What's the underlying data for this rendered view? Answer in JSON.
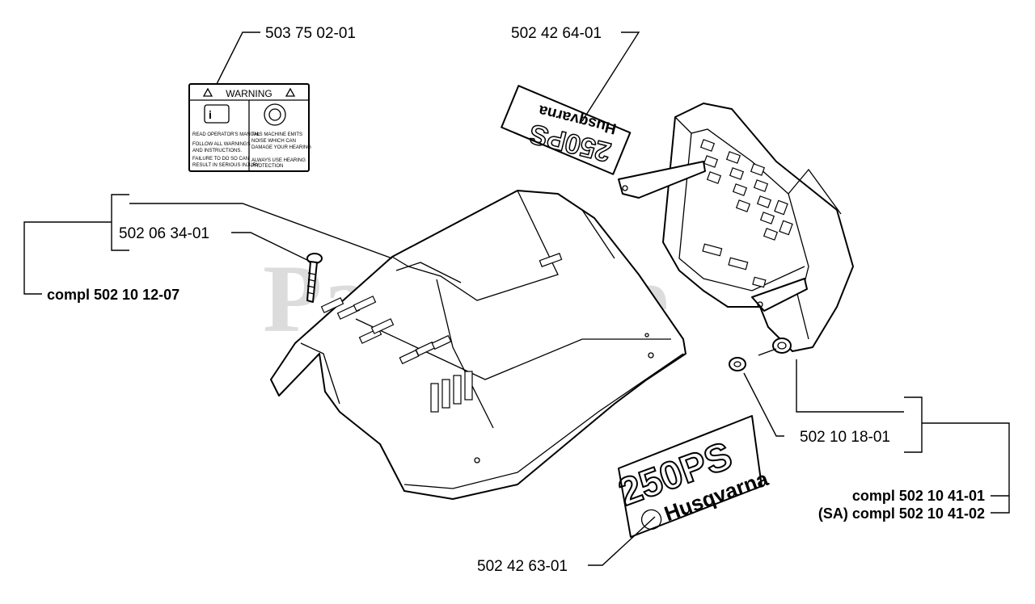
{
  "watermark": "PartsTree",
  "callouts": {
    "label_warning": "503 75 02-01",
    "decal_small": "502 42 64-01",
    "screw": "502 06 34-01",
    "cover_kit": "compl 502 10 12-07",
    "nut": "502 10 18-01",
    "muffler_kit": "compl 502 10 41-01",
    "muffler_kit_sa": "(SA) compl 502 10 41-02",
    "decal_large": "502 42 63-01"
  },
  "warning_label": {
    "header": "WARNING",
    "left_lines": [
      "READ OPERATOR'S MANUAL",
      "FOLLOW ALL WARNINGS",
      "AND INSTRUCTIONS.",
      "FAILURE TO DO SO CAN",
      "RESULT IN SERIOUS INJURY"
    ],
    "right_lines": [
      "THIS MACHINE EMITS",
      "NOISE WHICH CAN",
      "DAMAGE YOUR HEARING",
      "",
      "ALWAYS USE HEARING",
      "PROTECTION"
    ]
  },
  "decal": {
    "model": "250PS",
    "brand": "Husqvarna"
  }
}
